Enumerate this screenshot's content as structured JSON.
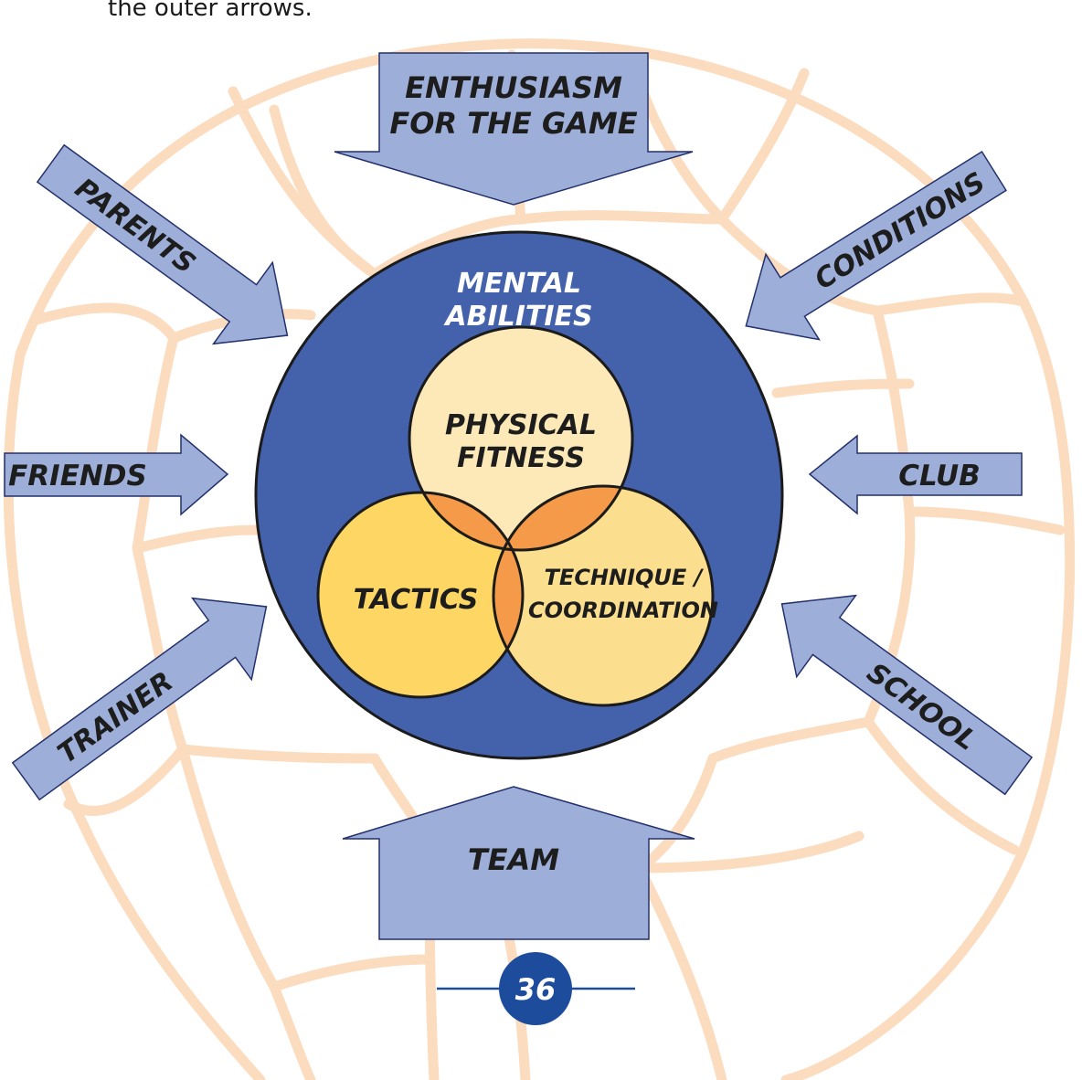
{
  "caption": {
    "text": "the outer arrows."
  },
  "center": {
    "outer_label_line1": "MENTAL",
    "outer_label_line2": "ABILITIES",
    "physical_line1": "PHYSICAL",
    "physical_line2": "FITNESS",
    "tactics": "TACTICS",
    "technique_line1": "TECHNIQUE /",
    "technique_line2": "COORDINATION"
  },
  "arrows": {
    "top_line1": "ENTHUSIASM",
    "top_line2": "FOR THE GAME",
    "parents": "PARENTS",
    "conditions": "CONDITIONS",
    "friends": "FRIENDS",
    "club": "CLUB",
    "trainer": "TRAINER",
    "school": "SCHOOL",
    "team": "TEAM"
  },
  "page": {
    "number": "36"
  },
  "colors": {
    "ball_seams": "#fcdcbf",
    "outer_circle": "#4462ac",
    "arrow_fill": "#9dafd9",
    "physical_fill": "#fde9b7",
    "tactics_fill": "#fdd664",
    "technique_fill": "#fbdf8e",
    "overlap_fill": "#f59a48",
    "page_badge": "#1e4c9c"
  }
}
